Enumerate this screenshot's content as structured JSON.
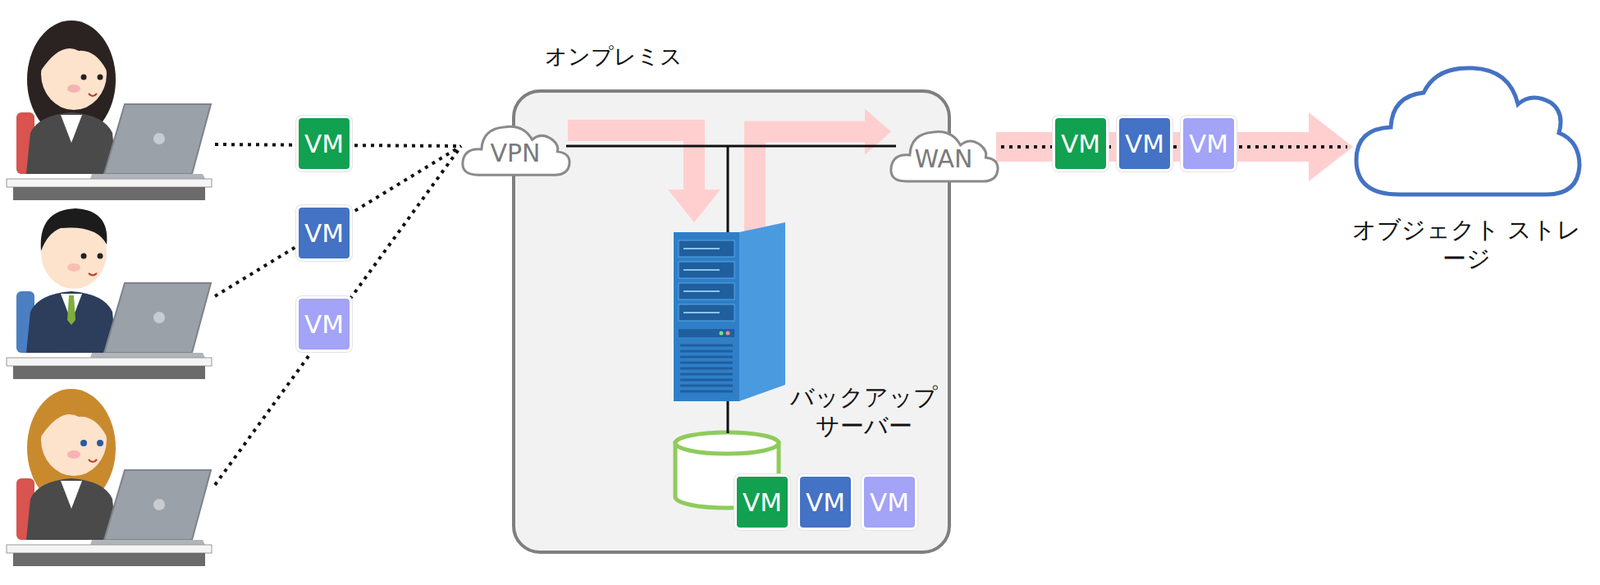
{
  "diagram": {
    "nodes": [
      {
        "text": [
          "VM"
        ]
      },
      {
        "text": [
          "VM"
        ]
      },
      {
        "text": [
          "VM"
        ]
      },
      {
        "text": [
          "オンプレミス"
        ]
      },
      {
        "text": [
          "VPN"
        ],
        "in": 3
      },
      {
        "text": [
          "WAN"
        ],
        "in": 3
      },
      {
        "text": [
          "バックアップ サーバー"
        ],
        "in": 3
      },
      {
        "text": [
          "VM"
        ],
        "in": 3
      },
      {
        "text": [
          "VM"
        ],
        "in": 3
      },
      {
        "text": [
          "VM"
        ],
        "in": 3
      },
      {
        "text": [
          "VM"
        ]
      },
      {
        "text": [
          "VM"
        ]
      },
      {
        "text": [
          "VM"
        ]
      },
      {
        "text": [
          "オブジェクト ストレージ"
        ]
      }
    ],
    "edges": [
      {
        "from": 4,
        "to": 6,
        "arrow": "to"
      },
      {
        "from": 6,
        "to": 5,
        "arrow": "to"
      },
      {
        "from": 5,
        "to": 13,
        "arrow": "to"
      }
    ]
  }
}
